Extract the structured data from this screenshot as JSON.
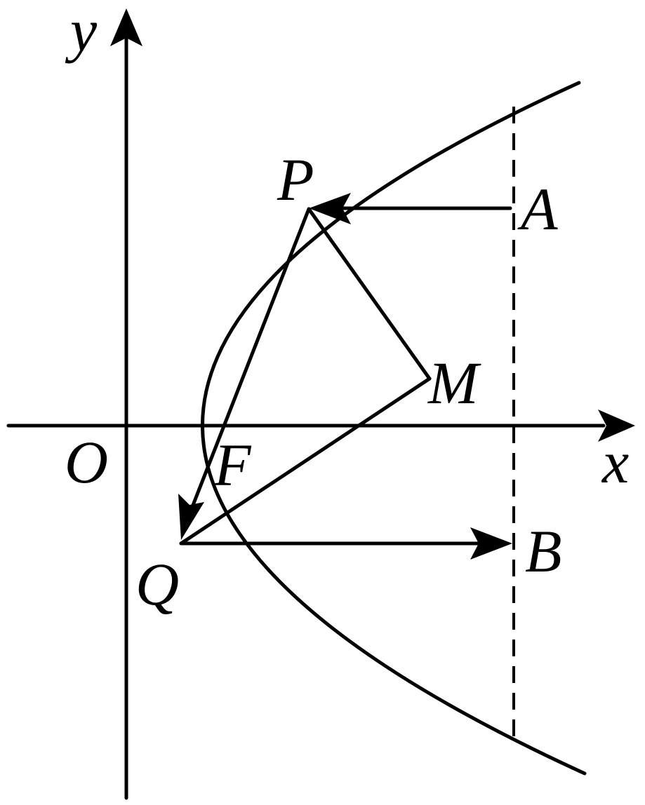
{
  "labels": {
    "y_axis": "y",
    "x_axis": "x",
    "origin": "O",
    "focus": "F",
    "point_p": "P",
    "point_q": "Q",
    "point_m": "M",
    "point_a": "A",
    "point_b": "B"
  }
}
